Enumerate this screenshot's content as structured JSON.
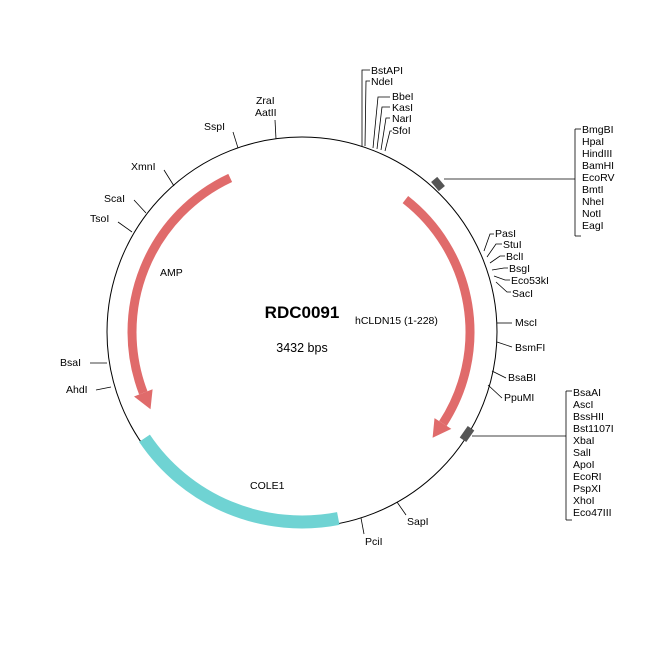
{
  "plasmid": {
    "name": "RDC0091",
    "size_label": "3432 bps",
    "backbone_color": "#000000"
  },
  "features": [
    {
      "label": "AMP",
      "type": "arrow",
      "color": "#e06b6b"
    },
    {
      "label": "hCLDN15 (1-228)",
      "type": "arrow",
      "color": "#e06b6b"
    },
    {
      "label": "COLE1",
      "type": "bar",
      "color": "#6fd3d3"
    }
  ],
  "sites": {
    "top_stack": [
      "BstAPI",
      "NdeI",
      "BbeI",
      "KasI",
      "NarI",
      "SfoI"
    ],
    "mcs1": [
      "BmgBI",
      "HpaI",
      "HindIII",
      "BamHI",
      "EcoRV",
      "BmtI",
      "NheI",
      "NotI",
      "EagI"
    ],
    "right_stack": [
      "PasI",
      "StuI",
      "BclI",
      "BsgI",
      "Eco53kI",
      "SacI"
    ],
    "mcs2": [
      "BsaAI",
      "AscI",
      "BssHII",
      "Bst1107I",
      "XbaI",
      "SalI",
      "ApoI",
      "EcoRI",
      "PspXI",
      "XhoI",
      "Eco47III"
    ],
    "single": [
      "ZraI",
      "AatII",
      "SspI",
      "XmnI",
      "ScaI",
      "TsoI",
      "BsaI",
      "AhdI",
      "MscI",
      "BsmFI",
      "BsaBI",
      "PpuMI",
      "SapI",
      "PciI"
    ]
  }
}
